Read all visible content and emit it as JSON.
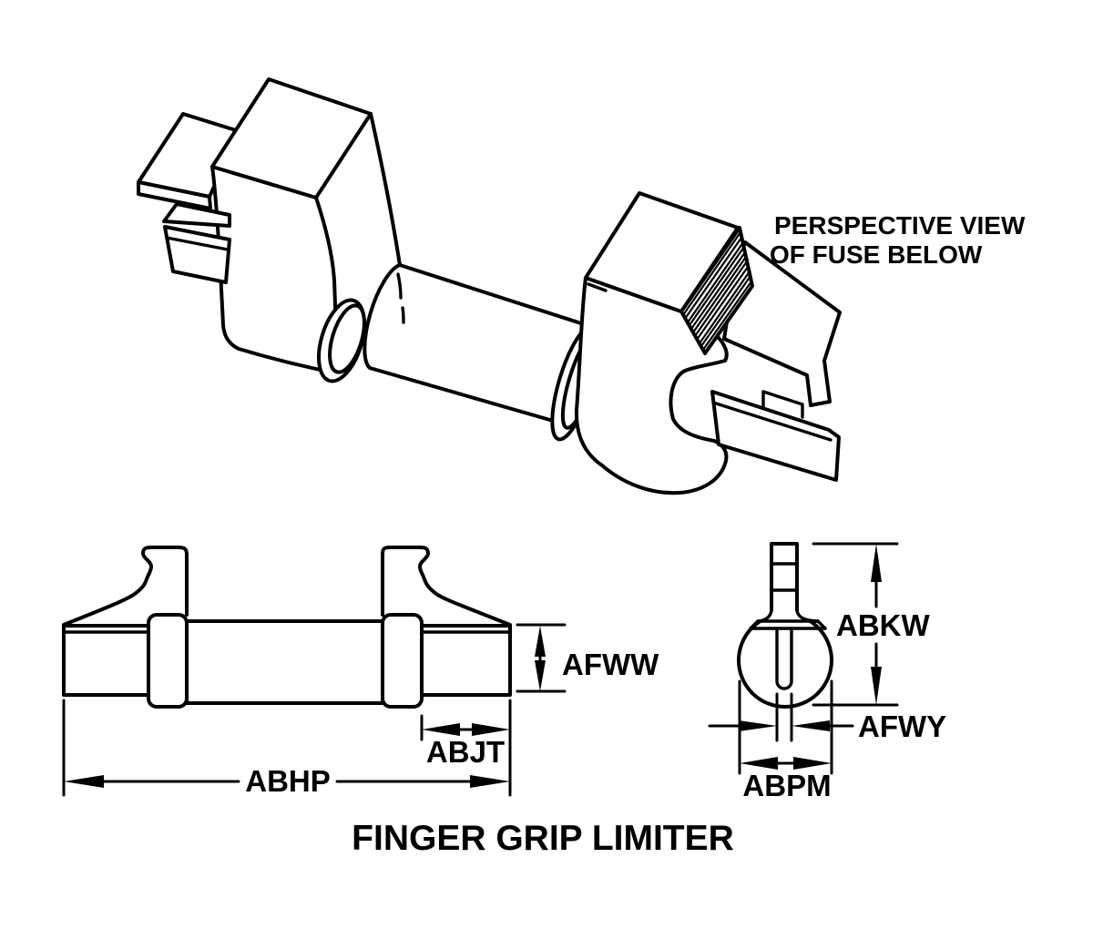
{
  "figure": {
    "background_color": "#ffffff",
    "line_color": "#000000",
    "title": "FINGER GRIP LIMITER",
    "perspective": {
      "caption_line1": "PERSPECTIVE VIEW",
      "caption_line2": "OF FUSE BELOW"
    },
    "dimension_labels": {
      "afww": "AFWW",
      "abjt": "ABJT",
      "abhp": "ABHP",
      "abkw": "ABKW",
      "afwy": "AFWY",
      "abpm": "ABPM"
    }
  }
}
